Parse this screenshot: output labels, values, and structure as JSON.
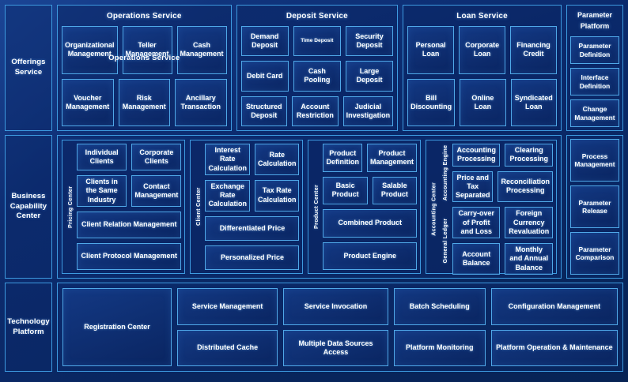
{
  "layers": {
    "offerings": "Offerings Service",
    "business": "Business Capability Center",
    "technology": "Technology Platform"
  },
  "offerings": {
    "operations": {
      "title": "Operations Service",
      "title_dup": "Operations Service",
      "tiles": [
        [
          "Organizational Management",
          "Teller Management",
          "Cash Management"
        ],
        [
          "Voucher Management",
          "Risk Management",
          "Ancillary Transaction"
        ]
      ]
    },
    "deposit": {
      "title": "Deposit Service",
      "tiles": [
        [
          "Demand Deposit",
          "Time Deposit",
          "Security Deposit"
        ],
        [
          "Debit Card",
          "Cash Pooling",
          "Large Deposit"
        ],
        [
          "Structured Deposit",
          "Account Restriction",
          "Judicial Investigation"
        ]
      ]
    },
    "loan": {
      "title": "Loan Service",
      "tiles": [
        [
          "Personal Loan",
          "Corporate Loan",
          "Financing Credit"
        ],
        [
          "Bill Discounting",
          "Online Loan",
          "Syndicated Loan"
        ]
      ]
    }
  },
  "parameter_platform": {
    "title": "Parameter Platform",
    "items": [
      "Parameter Definition",
      "Interface Definition",
      "Change Management",
      "Process Management",
      "Parameter Release",
      "Parameter Comparison"
    ]
  },
  "business_capability": {
    "pricing_center": {
      "vlabel": "Pricing Center",
      "row1": [
        "Individual Clients",
        "Corporate Clients"
      ],
      "row2": [
        "Clients in the Same Industry",
        "Contact Management"
      ],
      "wide1": "Client Relation Management",
      "wide2": "Client Protocol Management"
    },
    "client_center": {
      "vlabel": "Client Center",
      "row1": [
        "Interest Rate Calculation",
        "Rate Calculation"
      ],
      "row2": [
        "Exchange Rate Calculation",
        "Tax Rate Calculation"
      ],
      "wide1": "Differentiated Price",
      "wide2": "Personalized Price"
    },
    "product_center": {
      "vlabel": "Product Center",
      "row1": [
        "Product Definition",
        "Product Management"
      ],
      "row2": [
        "Basic Product",
        "Salable Product"
      ],
      "wide1": "Combined Product",
      "wide2": "Product Engine"
    },
    "accounting_center": {
      "vlabel": "Accounting Center",
      "engine": {
        "vlabel": "Accounting Engine",
        "row1": [
          "Accounting Processing",
          "Clearing Processing"
        ],
        "row2": [
          "Price and Tax Separated",
          "Reconciliation Processing"
        ]
      },
      "ledger": {
        "vlabel": "General Ledger",
        "row1": [
          "Carry-over of Profit and Loss",
          "Foreign Currency Revaluation"
        ],
        "row2": [
          "Account Balance",
          "Monthly and Annual Balance"
        ]
      }
    }
  },
  "technology": {
    "registration": "Registration Center",
    "col2": [
      "Service Management",
      "Distributed Cache"
    ],
    "col3": [
      "Service Invocation",
      "Multiple Data Sources Access"
    ],
    "col4": [
      "Batch Scheduling",
      "Platform Monitoring"
    ],
    "col5": [
      "Configuration Management",
      "Platform Operation & Maintenance"
    ]
  },
  "colors": {
    "background": "#0b2a6d",
    "border": "#3d9ae0",
    "tile_border": "#4fa8e8",
    "text": "#ffffff"
  }
}
